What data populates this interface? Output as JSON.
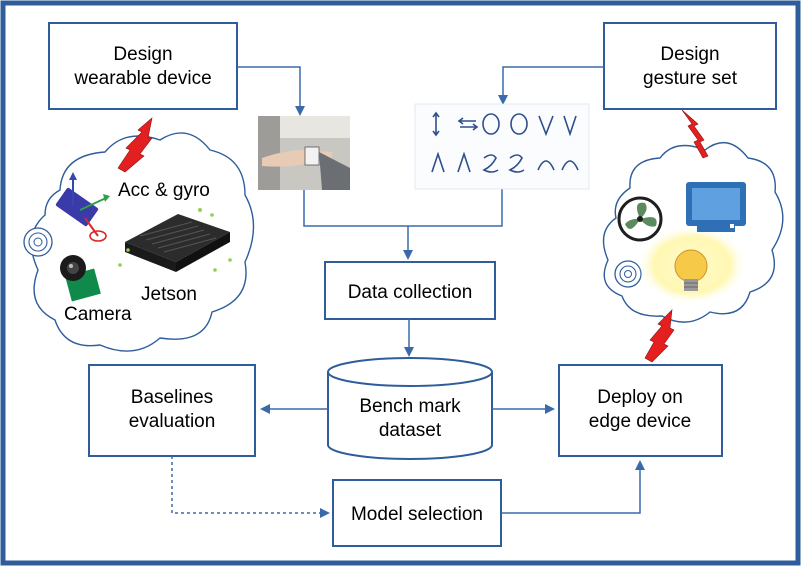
{
  "boxes": {
    "design_wearable": [
      "Design",
      "wearable device"
    ],
    "design_gesture": [
      "Design",
      "gesture set"
    ],
    "data_collection": "Data collection",
    "benchmark": [
      "Bench mark",
      "dataset"
    ],
    "baselines": [
      "Baselines",
      "evaluation"
    ],
    "deploy": [
      "Deploy on",
      "edge device"
    ],
    "model_selection": "Model selection"
  },
  "hardware_cloud": {
    "sensor_label": "Acc & gyro",
    "board_label": "Jetson",
    "camera_label": "Camera"
  },
  "colors": {
    "frame": "#2f5d9b",
    "box_border": "#2f5d9b",
    "arrow": "#3a6aa8",
    "lightning": "#e41f1f",
    "bulb": "#f7c948",
    "monitor": "#2f6fb5"
  }
}
